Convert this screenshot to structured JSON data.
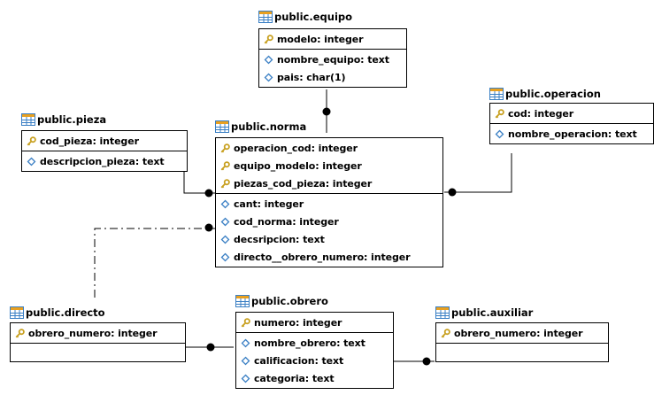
{
  "entities": {
    "equipo": {
      "title": "public.equipo",
      "pk": [
        "modelo: integer"
      ],
      "cols": [
        "nombre_equipo: text",
        "pais: char(1)"
      ]
    },
    "operacion": {
      "title": "public.operacion",
      "pk": [
        "cod: integer"
      ],
      "cols": [
        "nombre_operacion: text"
      ]
    },
    "pieza": {
      "title": "public.pieza",
      "pk": [
        "cod_pieza: integer"
      ],
      "cols": [
        "descripcion_pieza: text"
      ]
    },
    "norma": {
      "title": "public.norma",
      "pk": [
        "operacion_cod: integer",
        "equipo_modelo: integer",
        "piezas_cod_pieza: integer"
      ],
      "cols": [
        "cant: integer",
        "cod_norma: integer",
        "decsripcion: text",
        "directo__obrero_numero: integer"
      ]
    },
    "directo": {
      "title": "public.directo",
      "pk": [
        "obrero_numero: integer"
      ],
      "cols": []
    },
    "obrero": {
      "title": "public.obrero",
      "pk": [
        "numero: integer"
      ],
      "cols": [
        "nombre_obrero: text",
        "calificacion: text",
        "categoria: text"
      ]
    },
    "auxiliar": {
      "title": "public.auxiliar",
      "pk": [
        "obrero_numero: integer"
      ],
      "cols": []
    }
  },
  "colors": {
    "key_icon": "#c8a020",
    "column_icon": "#3a7fc4",
    "table_icon_header": "#e8a020",
    "table_icon_grid": "#3a7fc4"
  }
}
